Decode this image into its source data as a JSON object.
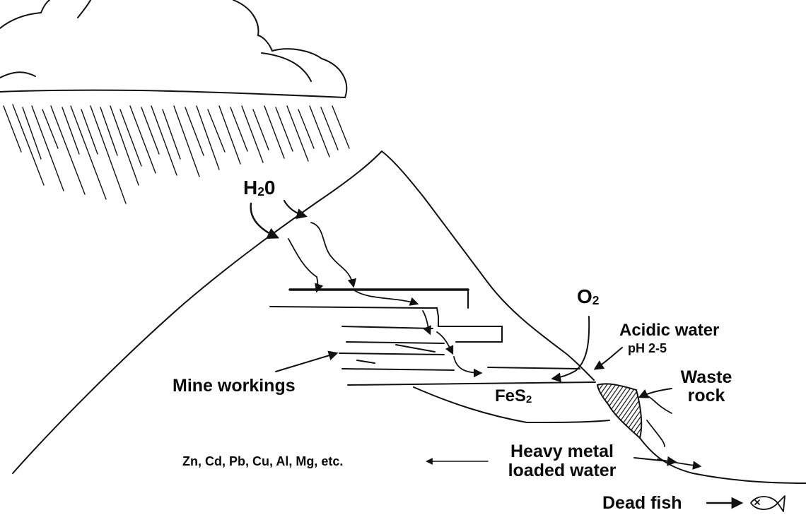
{
  "labels": {
    "water": {
      "main": "H",
      "sub": "2",
      "tail": "0"
    },
    "oxygen": {
      "main": "O",
      "sub": "2"
    },
    "acidic_water": "Acidic water",
    "acidic_ph": "pH 2-5",
    "waste_rock_line1": "Waste",
    "waste_rock_line2": "rock",
    "mine_workings": "Mine workings",
    "pyrite": {
      "main": "FeS",
      "sub": "2"
    },
    "metals": "Zn, Cd, Pb, Cu, Al, Mg, etc.",
    "heavy_metal_line1": "Heavy metal",
    "heavy_metal_line2": "loaded water",
    "dead_fish": "Dead fish"
  }
}
